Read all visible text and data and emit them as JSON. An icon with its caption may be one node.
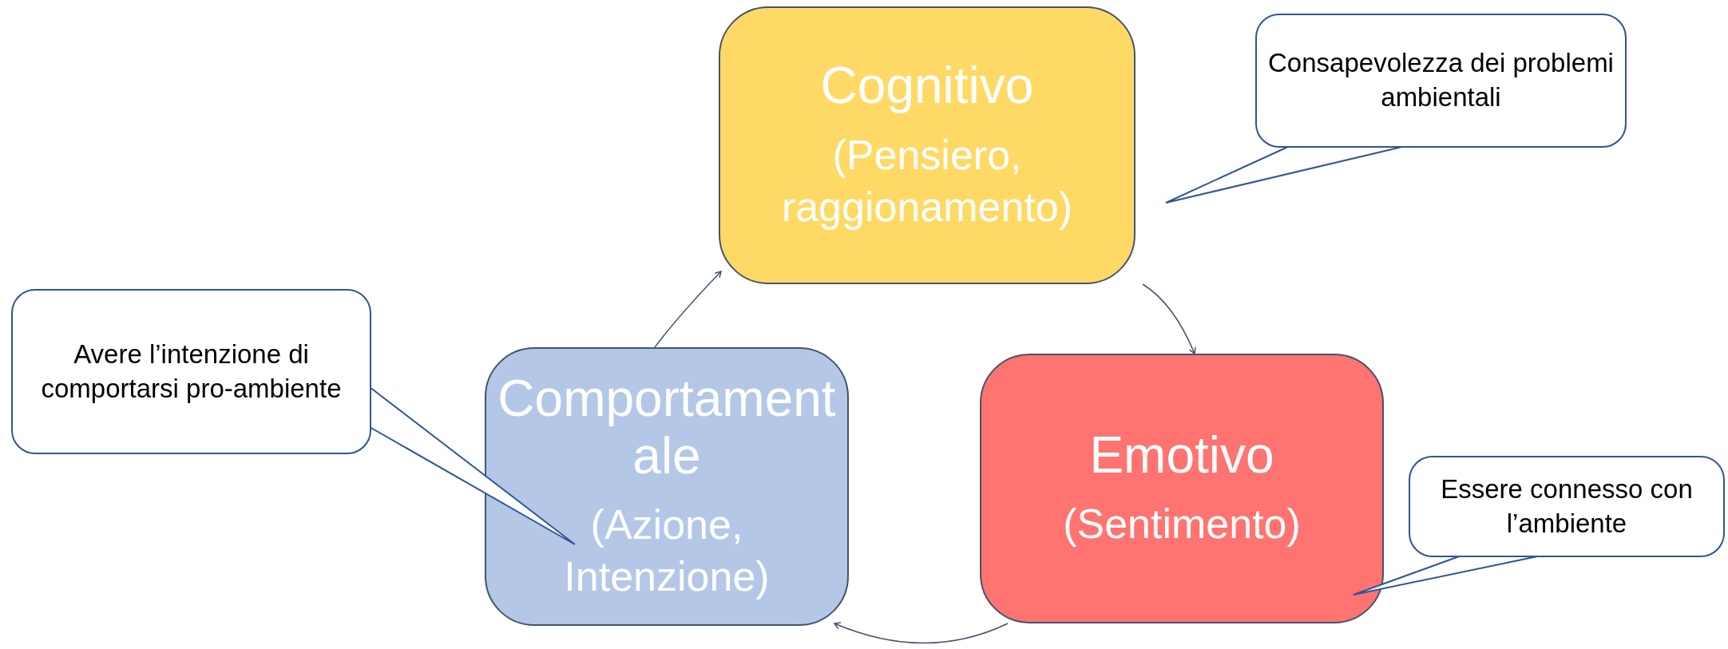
{
  "diagram": {
    "nodes": [
      {
        "text": [
          "Cognitivo",
          "(Pensiero, raggionamento)"
        ]
      },
      {
        "text": [
          "Comportamentale",
          "(Azione, Intenzione)"
        ]
      },
      {
        "text": [
          "Emotivo",
          "(Sentimento)"
        ]
      },
      {
        "text": [
          "Consapevolezza dei problemi ambientali"
        ]
      },
      {
        "text": [
          "Avere l’intenzione di comportarsi pro-ambiente"
        ]
      },
      {
        "text": [
          "Essere connesso con l’ambiente"
        ]
      }
    ],
    "edges": [
      {
        "from": 0,
        "to": 2,
        "arrow": "to"
      },
      {
        "from": 2,
        "to": 1,
        "arrow": "to"
      },
      {
        "from": 1,
        "to": 0,
        "arrow": "to"
      },
      {
        "from": 3,
        "to": 0,
        "arrow": "none"
      },
      {
        "from": 4,
        "to": 1,
        "arrow": "none"
      },
      {
        "from": 5,
        "to": 2,
        "arrow": "none"
      }
    ]
  }
}
